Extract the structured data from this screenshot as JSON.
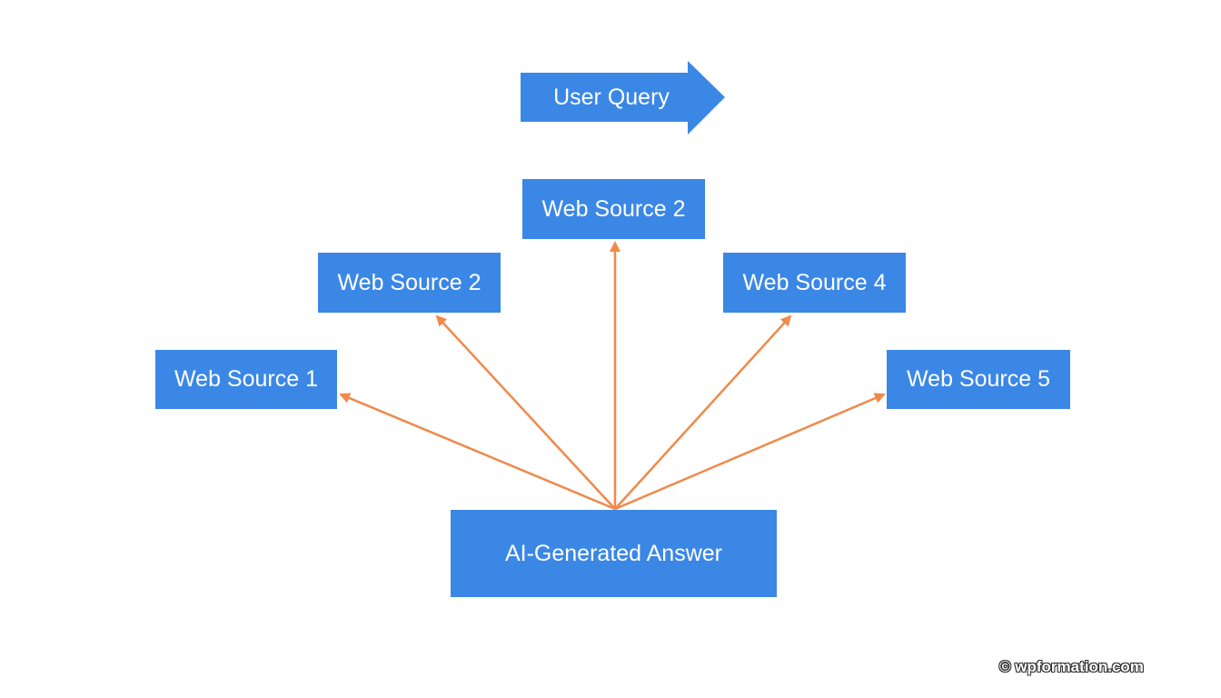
{
  "diagram": {
    "query_label": "User Query",
    "sources": [
      {
        "label": "Web Source 1"
      },
      {
        "label": "Web Source 2"
      },
      {
        "label": "Web Source 2"
      },
      {
        "label": "Web Source 4"
      },
      {
        "label": "Web Source 5"
      }
    ],
    "answer_label": "AI-Generated Answer",
    "watermark": "© wpformation.com"
  },
  "colors": {
    "box": "#3b87e6",
    "arrow": "#ef8a4a",
    "text": "#ffffff"
  }
}
